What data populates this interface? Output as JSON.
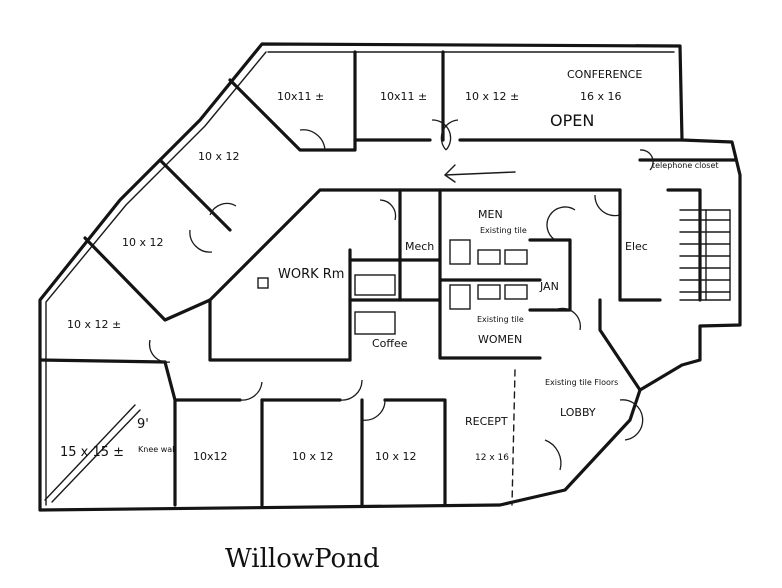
{
  "rooms": {
    "conference": "CONFERENCE",
    "conference_size": "16 x 16",
    "open": "OPEN",
    "office_top1": "10x11 ±",
    "office_top2": "10x11 ±",
    "office_top3": "10 x 12 ±",
    "office_left1": "10 x 12",
    "office_left2": "10 x 12",
    "office_left3": "10 x 12 ±",
    "corner_office": "15 x 15 ±",
    "corner_note_dim": "9'",
    "corner_note": "Knee wall",
    "office_bottom1": "10x12",
    "office_bottom2": "10 x 12",
    "office_bottom3": "10 x 12",
    "work_room": "WORK Rm",
    "mech": "Mech",
    "coffee": "Coffee",
    "men": "MEN",
    "men_note": "Existing tile",
    "women": "WOMEN",
    "women_note": "Existing tile",
    "jan": "JAN",
    "elec": "Elec",
    "telephone": "telephone closet",
    "floor_note": "Existing tile Floors",
    "lobby": "LOBBY",
    "recept": "RECEPT",
    "recept_size": "12 x 16"
  },
  "caption": "WillowPond"
}
